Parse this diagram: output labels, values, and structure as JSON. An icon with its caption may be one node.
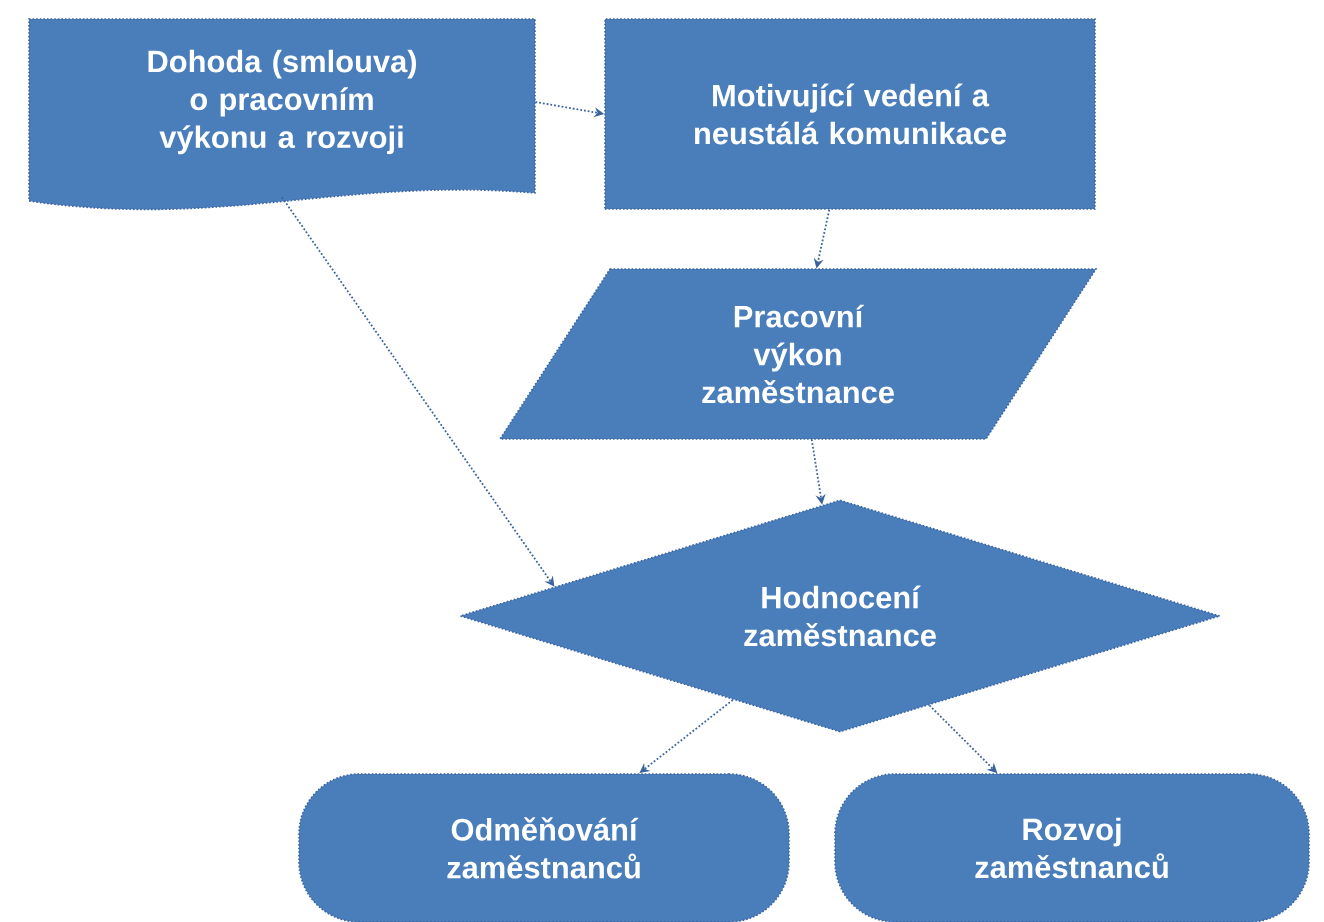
{
  "diagram": {
    "nodes": [
      {
        "text": [
          "Dohoda (smlouva) o pracovním výkonu a rozvoji"
        ]
      },
      {
        "text": [
          "Motivující vedení a neustálá komunikace"
        ]
      },
      {
        "text": [
          "Pracovní výkon zaměstnance"
        ]
      },
      {
        "text": [
          "Hodnocení zaměstnance"
        ]
      },
      {
        "text": [
          "Odměňování zaměstnanců"
        ]
      },
      {
        "text": [
          "Rozvoj zaměstnanců"
        ]
      }
    ],
    "edges": [
      {
        "from": 0,
        "to": 1,
        "arrow": "to",
        "style": "dashed"
      },
      {
        "from": 1,
        "to": 2,
        "arrow": "to",
        "style": "dashed"
      },
      {
        "from": 2,
        "to": 3,
        "arrow": "to",
        "style": "dashed"
      },
      {
        "from": 0,
        "to": 3,
        "arrow": "to",
        "style": "dashed"
      },
      {
        "from": 3,
        "to": 4,
        "arrow": "to",
        "style": "dashed"
      },
      {
        "from": 3,
        "to": 5,
        "arrow": "to",
        "style": "dashed"
      }
    ]
  }
}
